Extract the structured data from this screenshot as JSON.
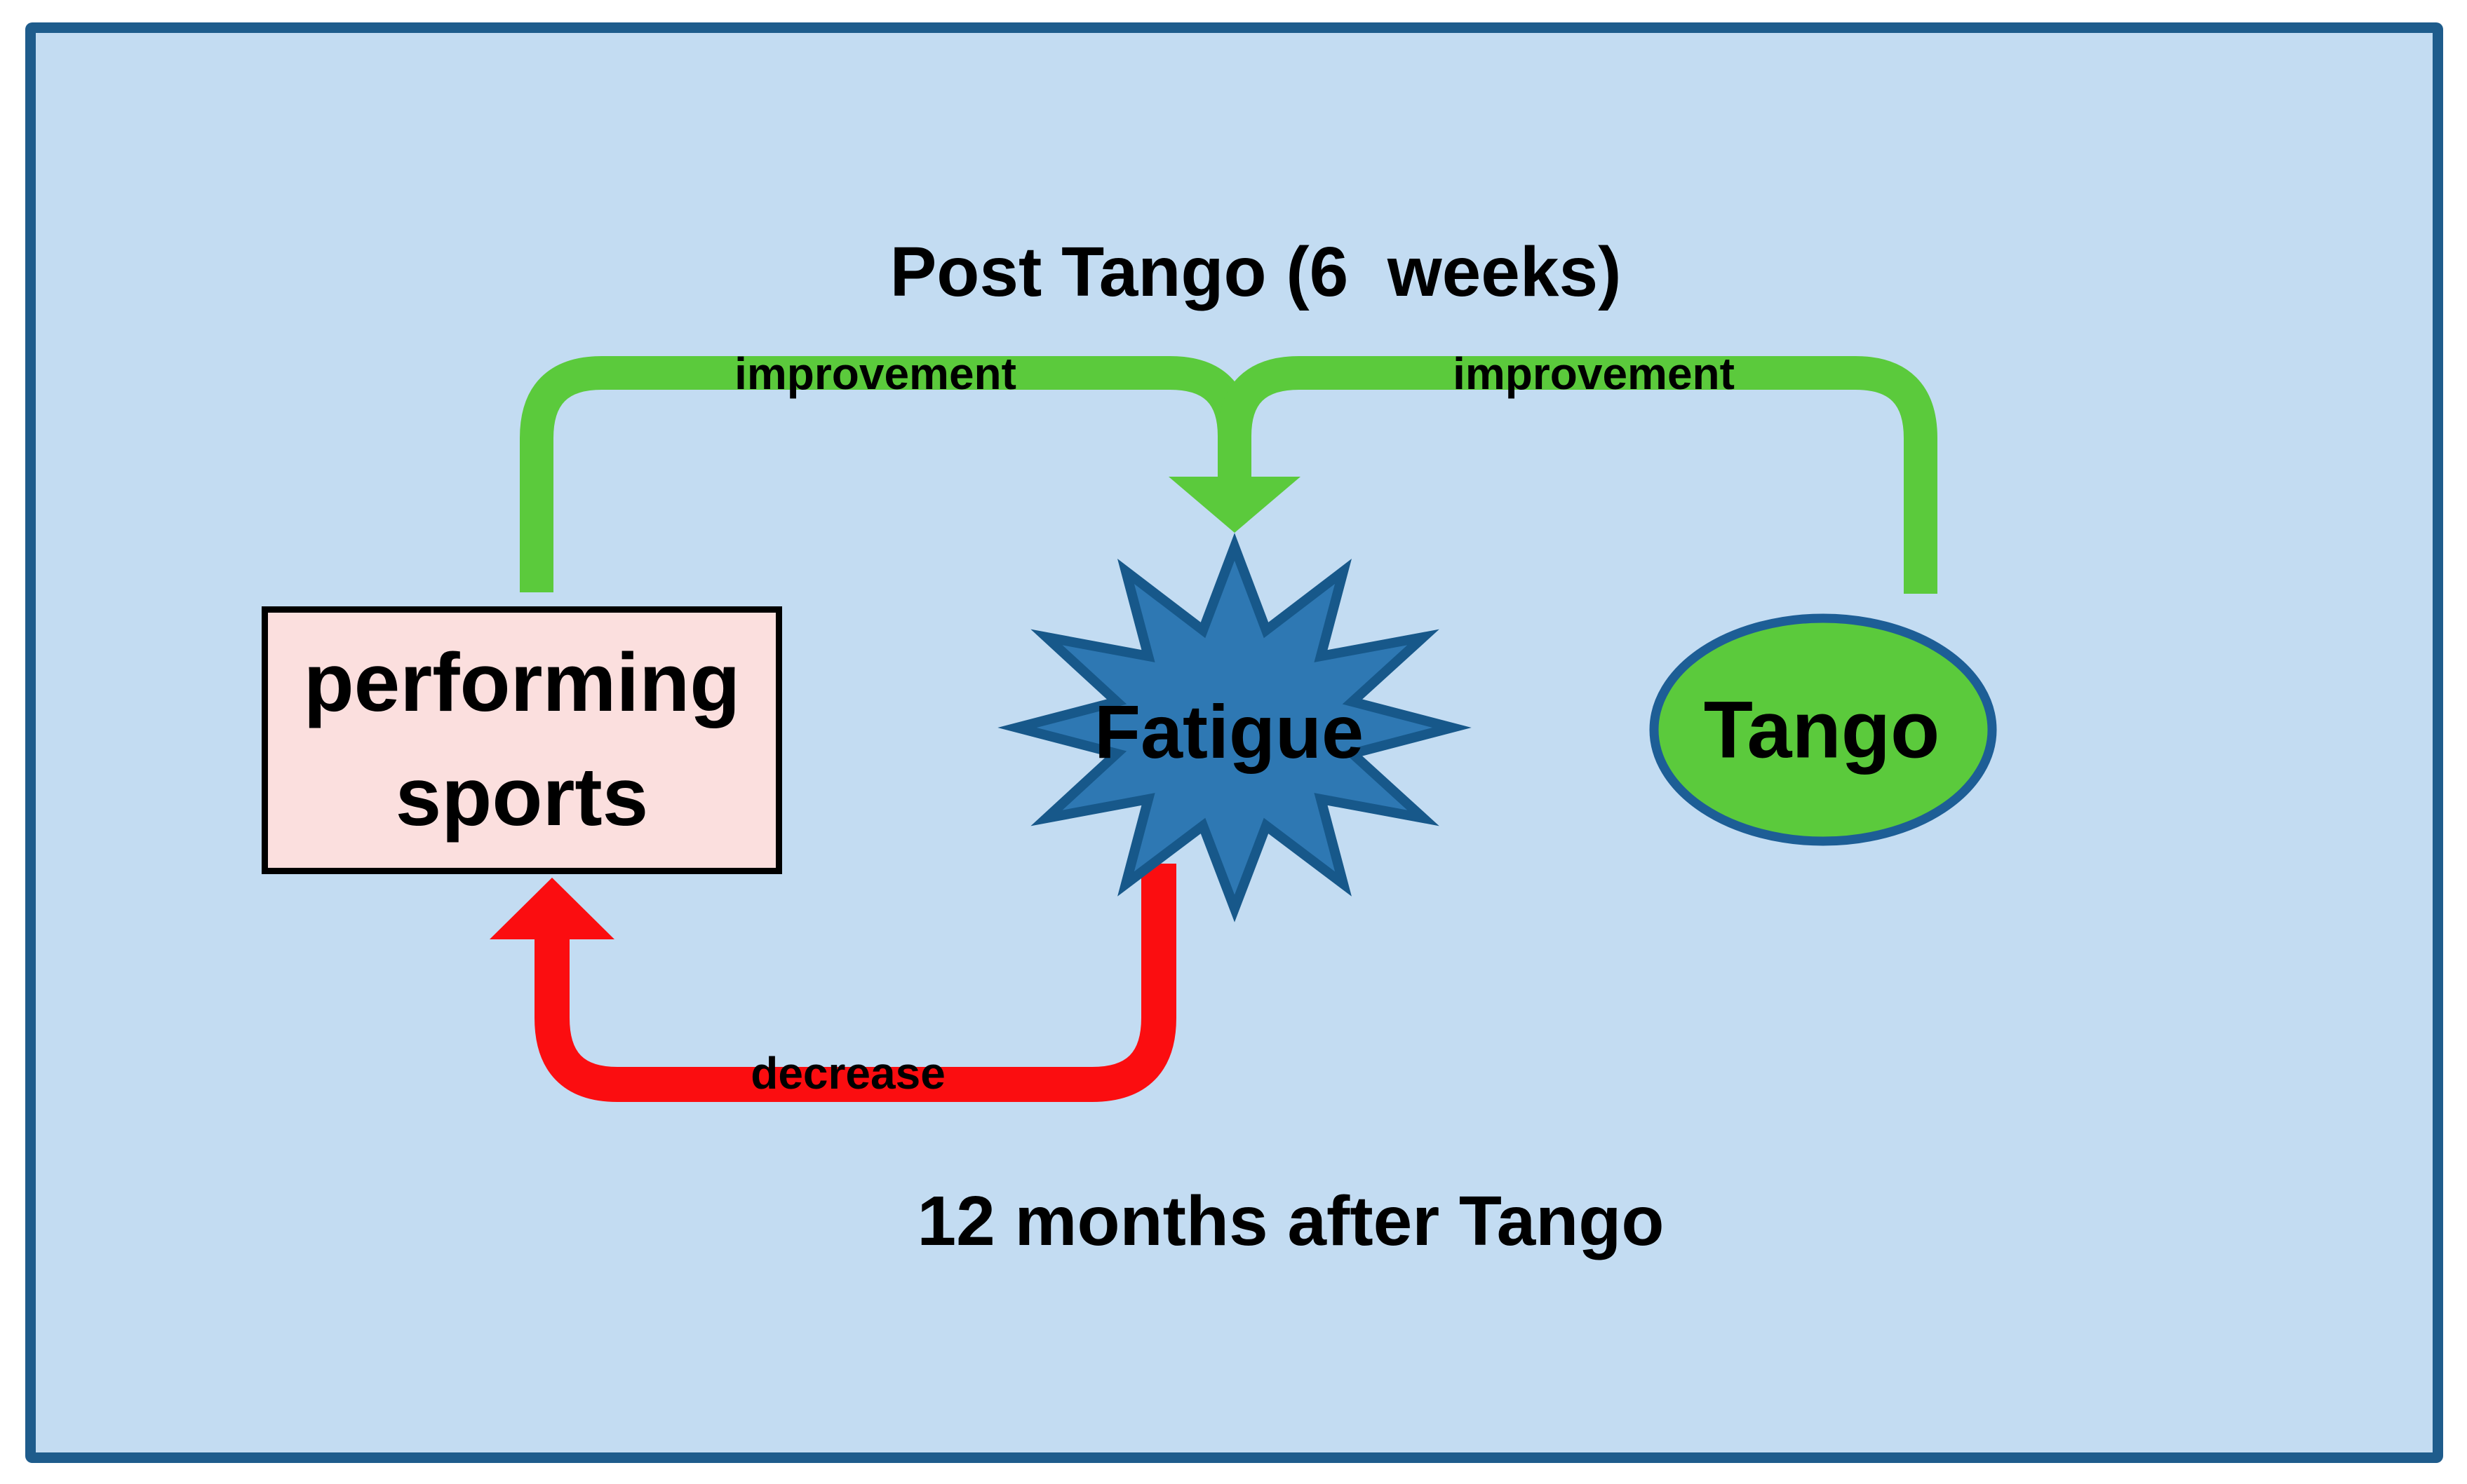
{
  "diagram": {
    "title": "Post Tango (6  weeks)",
    "caption": "12 months after Tango",
    "nodes": {
      "performing_sports": {
        "label": "performing\nsports",
        "shape": "rectangle"
      },
      "fatigue": {
        "label": "Fatigue",
        "shape": "starburst"
      },
      "tango": {
        "label": "Tango",
        "shape": "ellipse"
      }
    },
    "edges": {
      "improvement_left": {
        "label": "improvement",
        "from": "performing_sports",
        "to": "fatigue",
        "color": "green"
      },
      "improvement_right": {
        "label": "improvement",
        "from": "tango",
        "to": "fatigue",
        "color": "green"
      },
      "decrease": {
        "label": "decrease",
        "from": "fatigue",
        "to": "performing_sports",
        "color": "red"
      }
    },
    "colors": {
      "background": "#C3DCF2",
      "frame_border": "#1E5C8C",
      "arrow_green": "#5BCA3C",
      "arrow_red": "#FB0D10",
      "star_fill": "#2E78B3",
      "star_stroke": "#17588A",
      "ellipse_fill": "#5BCA3C",
      "ellipse_stroke": "#1D5E96",
      "box_fill": "#FBDFDE",
      "box_border": "#000000",
      "text": "#000000"
    }
  }
}
